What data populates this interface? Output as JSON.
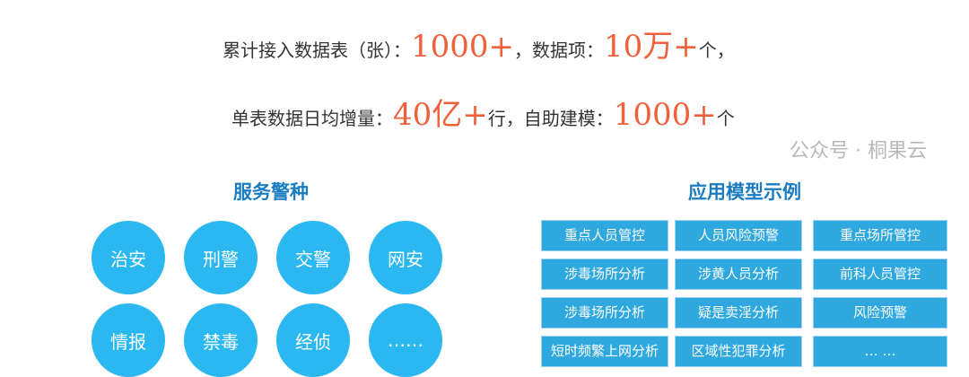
{
  "stats": {
    "line1": {
      "p1": "累计接入数据表（张）：",
      "v1": "1000+",
      "p2": "，数据项：",
      "v2": "10万+",
      "p3": "个，"
    },
    "line2": {
      "p1": "单表数据日均增量：",
      "v1": "40亿+",
      "p2": "行，自助建模：",
      "v2": "1000+",
      "p3": "个"
    }
  },
  "services": {
    "title": "服务警种",
    "items": [
      "治安",
      "刑警",
      "交警",
      "网安",
      "情报",
      "禁毒",
      "经侦",
      "……"
    ]
  },
  "models": {
    "title": "应用模型示例",
    "items": [
      "重点人员管控",
      "人员风险预警",
      "重点场所管控",
      "涉毒场所分析",
      "涉黄人员分析",
      "前科人员管控",
      "涉毒场所分析",
      "疑是卖淫分析",
      "风险预警",
      "短时频繁上网分析",
      "区域性犯罪分析",
      "… …"
    ]
  },
  "watermark": "公众号 · 桐果云",
  "colors": {
    "accent": "#f0603a",
    "circle": "#2bb7f0",
    "box": "#2fa8e0",
    "title": "#1b7cc2"
  }
}
